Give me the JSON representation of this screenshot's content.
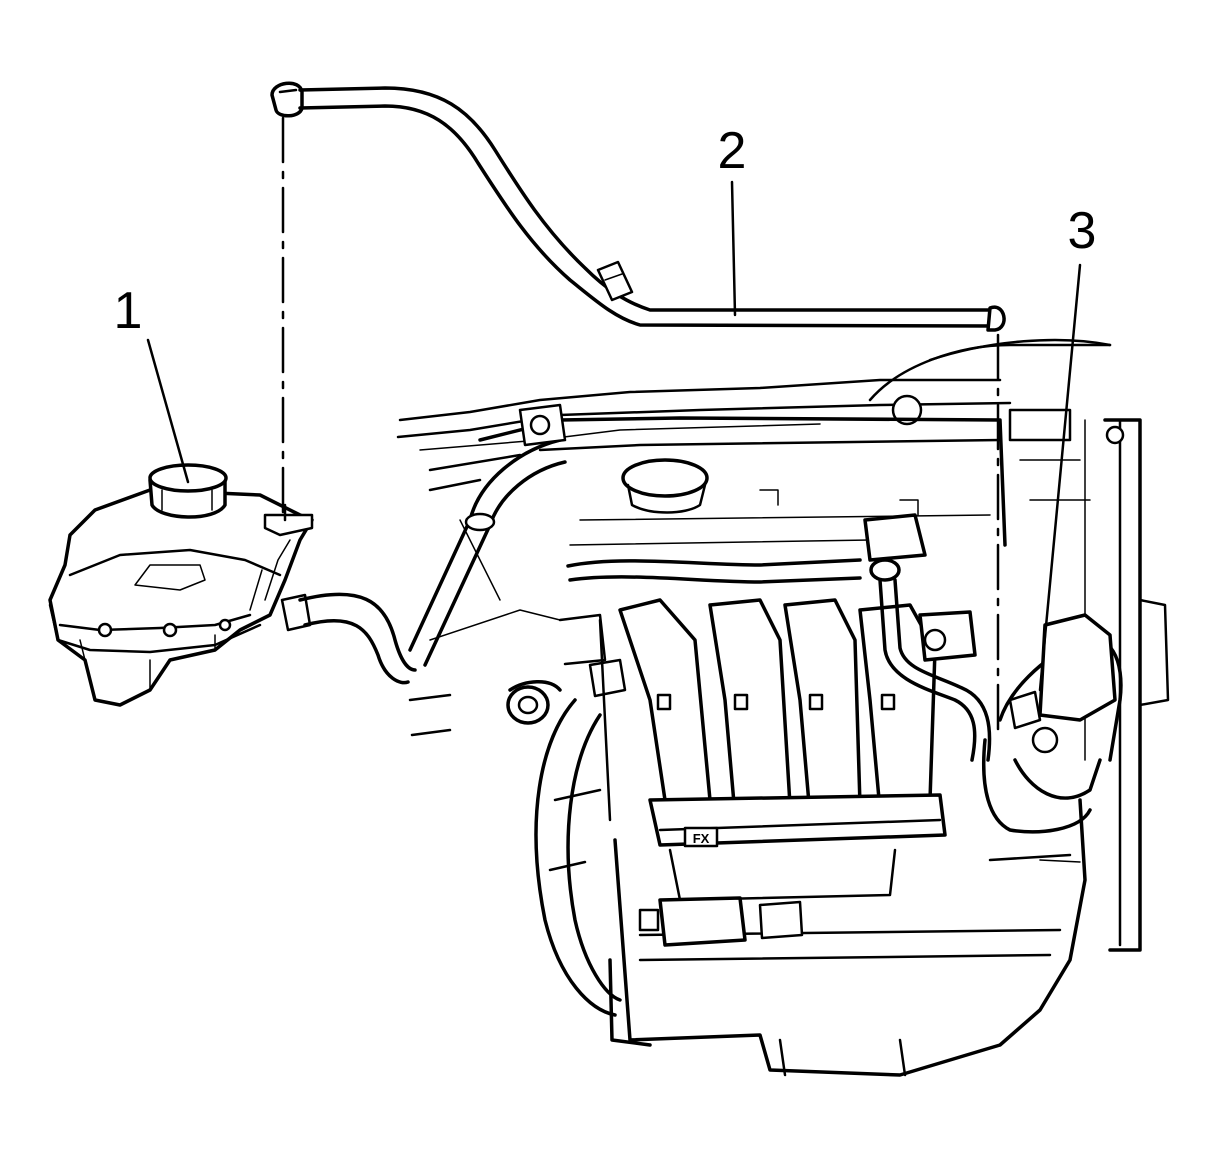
{
  "diagram": {
    "callouts": [
      {
        "id": "1",
        "label": "1"
      },
      {
        "id": "2",
        "label": "2"
      },
      {
        "id": "3",
        "label": "3"
      }
    ],
    "stamp_text": "FX",
    "colors": {
      "line": "#000000",
      "background": "#ffffff"
    }
  }
}
